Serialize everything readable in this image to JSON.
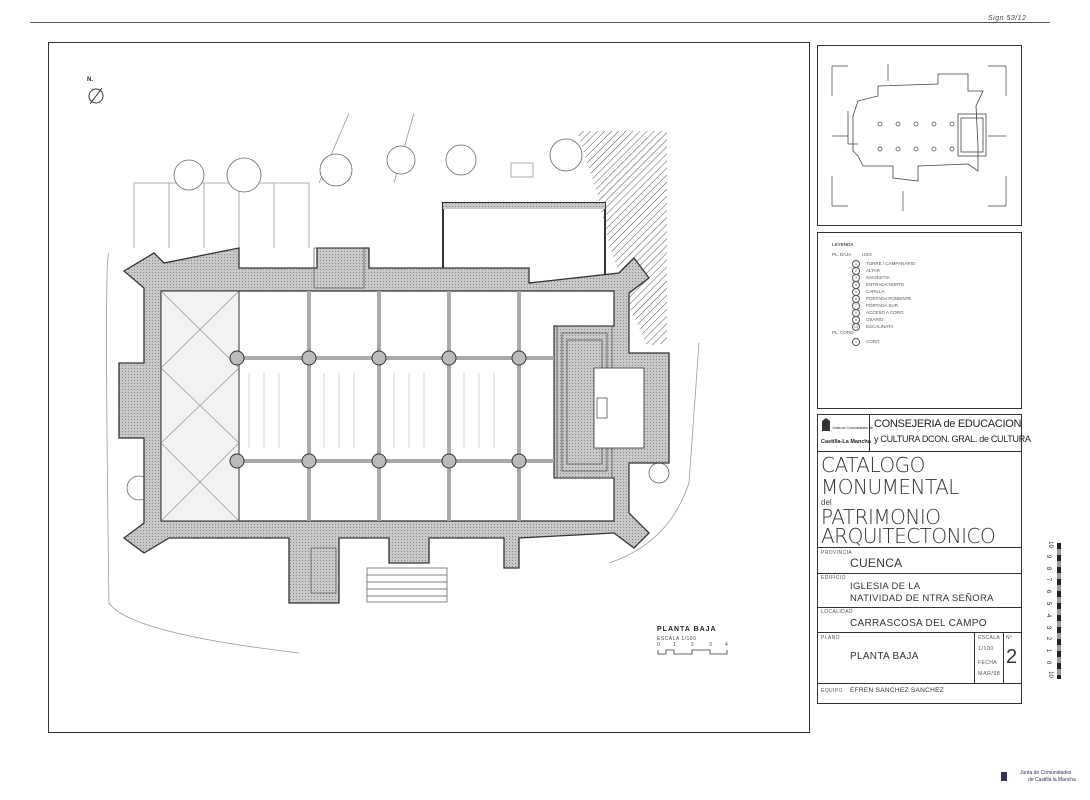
{
  "sheet_ref": "Sign 53/12",
  "north_label": "N.",
  "plan": {
    "title": "PLANTA BAJA",
    "scale": "ESCALA 1/100",
    "scale_ticks": [
      "0",
      "1",
      "2",
      "3",
      "4"
    ]
  },
  "legend": {
    "title": "LEYENDA",
    "groups": [
      {
        "label": "PL. BAJA",
        "header": "USO",
        "items": [
          {
            "n": "1",
            "t": "TORRE / CAMPANARIO"
          },
          {
            "n": "2",
            "t": "ALTAR"
          },
          {
            "n": "3",
            "t": "SACRISTIA"
          },
          {
            "n": "4",
            "t": "ENTRADA NORTE"
          },
          {
            "n": "5",
            "t": "CAPILLA"
          },
          {
            "n": "6",
            "t": "PORTADA PONIENTE"
          },
          {
            "n": "7",
            "t": "PORTADA SUR"
          },
          {
            "n": "8",
            "t": "ACCESO A CORO"
          },
          {
            "n": "9",
            "t": "OSARIO"
          },
          {
            "n": "10",
            "t": "ESCALINATA"
          }
        ]
      },
      {
        "label": "PL. CORO",
        "items": [
          {
            "n": "1",
            "t": "CORO"
          }
        ]
      }
    ]
  },
  "title_block": {
    "logo_text": "Junta de Comunidades de",
    "logo_region": "Castilla-La Mancha",
    "org_line1": "CONSEJERIA de EDUCACION",
    "org_line2": "y CULTURA DCON. GRAL. de CULTURA",
    "catalog": [
      "CATALOGO",
      "MONUMENTAL",
      "del",
      "PATRIMONIO",
      "ARQUITECTONICO"
    ],
    "provincia_label": "PROVINCIA",
    "provincia": "CUENCA",
    "edificio_label": "EDIFICIO",
    "edificio_1": "IGLESIA DE LA",
    "edificio_2": "NATIVIDAD DE NTRA SEÑORA",
    "localidad_label": "LOCALIDAD",
    "localidad": "CARRASCOSA DEL CAMPO",
    "plano_label": "PLANO",
    "plano": "PLANTA BAJA",
    "escala_label": "ESCALA",
    "escala": "1/100",
    "fecha_label": "FECHA",
    "fecha": "MAR/98",
    "num_label": "Nº",
    "num": "2",
    "equipo_label": "EQUIPO",
    "equipo": "EFREN SANCHEZ SANCHEZ"
  },
  "ruler_ticks": [
    "10",
    "9",
    "8",
    "7",
    "6",
    "5",
    "4",
    "3",
    "2",
    "1",
    "0",
    "10"
  ],
  "footer_logo": {
    "line1": "Junta de Comunidades",
    "line2": "de Castilla la Mancha"
  }
}
